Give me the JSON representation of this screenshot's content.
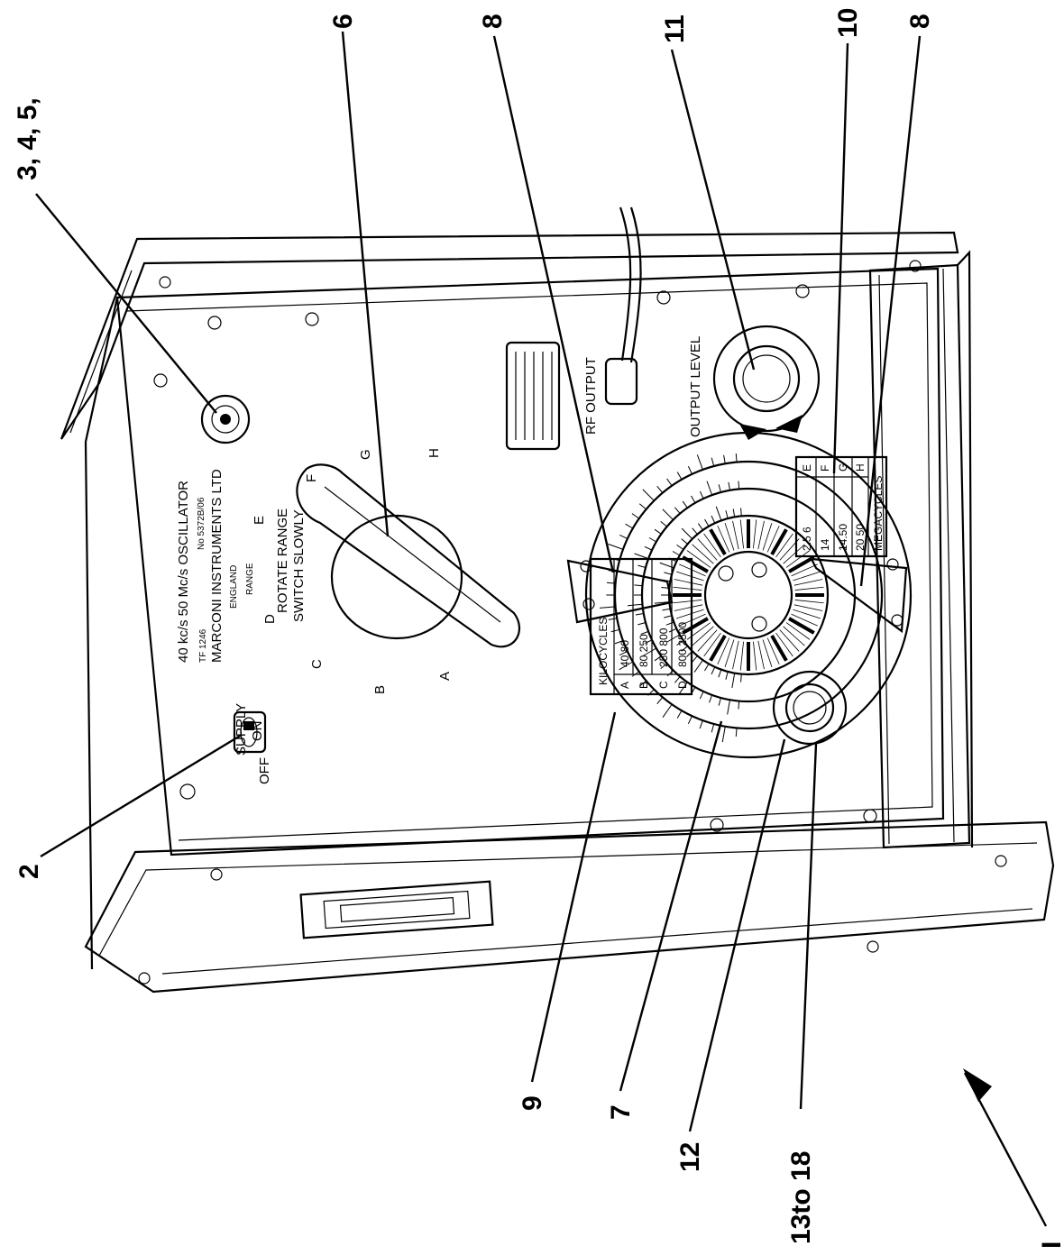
{
  "callouts": {
    "c2": "2",
    "c345": "3, 4, 5,",
    "c6": "6",
    "c8a": "8",
    "c11": "11",
    "c10": "10",
    "c8b": "8",
    "c9": "9",
    "c7": "7",
    "c12": "12",
    "c1318": "13to 18",
    "c1": "I"
  },
  "panel": {
    "title": "40 kc/s  50 Mc/s  OSCILLATOR",
    "type_no": "TF 1246",
    "serial": "No 5372B/06",
    "maker": "MARCONI  INSTRUMENTS LTD",
    "country": "ENGLAND",
    "range_small": "RANGE",
    "rotate_1": "ROTATE RANGE",
    "rotate_2": "SWITCH SLOWLY",
    "supply": "SUPPLY",
    "on": "ON",
    "off": "OFF",
    "rf_output": "RF OUTPUT",
    "output_level": "OUTPUT LEVEL"
  },
  "range_letters": {
    "A": "A",
    "B": "B",
    "C": "C",
    "D": "D",
    "E": "E",
    "F": "F",
    "G": "G",
    "H": "H"
  },
  "kilocycles": {
    "header": "KILOCYCLES",
    "rows": [
      {
        "r": "A",
        "v": "40  80"
      },
      {
        "r": "B",
        "v": "80  250"
      },
      {
        "r": "C",
        "v": "250  800"
      },
      {
        "r": "D",
        "v": "800  2500"
      }
    ]
  },
  "megacycles": {
    "header": "MEGACYCLES",
    "rows": [
      {
        "r": "E",
        "v": "2.5  6"
      },
      {
        "r": "F",
        "v": "14"
      },
      {
        "r": "G",
        "v": "14.50"
      },
      {
        "r": "H",
        "v": "20 50"
      }
    ]
  }
}
